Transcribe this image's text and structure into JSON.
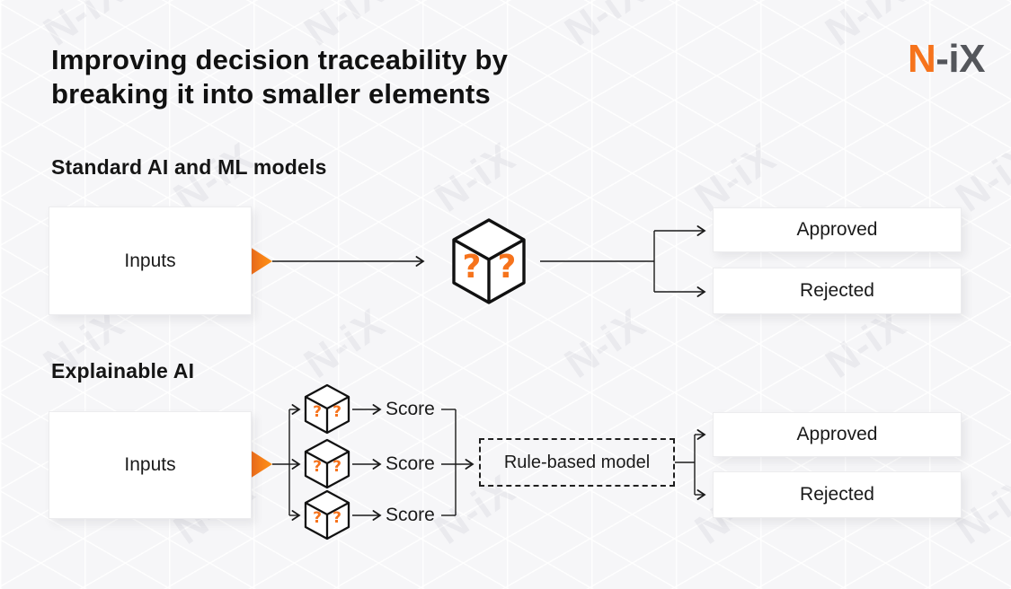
{
  "title": {
    "line1": "Improving decision traceability by",
    "line2": "breaking it into smaller elements"
  },
  "logo": {
    "n": "N",
    "ix": "-iX"
  },
  "watermark": "N-iX",
  "colors": {
    "orange": "#F6731C",
    "logo_gray": "#54565B",
    "background": "#F6F6F8",
    "line": "#1A1A1A",
    "text": "#111111"
  },
  "cube_marks": [
    "?",
    "?"
  ],
  "sections": [
    {
      "heading": "Standard AI and ML models",
      "input_label": "Inputs",
      "outputs": [
        "Approved",
        "Rejected"
      ]
    },
    {
      "heading": "Explainable AI",
      "input_label": "Inputs",
      "score_labels": [
        "Score",
        "Score",
        "Score"
      ],
      "model_label": "Rule-based model",
      "outputs": [
        "Approved",
        "Rejected"
      ]
    }
  ]
}
